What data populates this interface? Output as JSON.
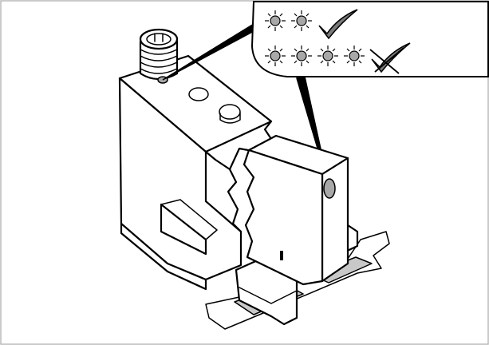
{
  "figure": {
    "colors": {
      "frame_border": "#b9b9b9",
      "line": "#000000",
      "body_fill": "#ffffff",
      "indicator_led": "#a8a8a8",
      "tape_fill": "#c8c8c8",
      "label_band": "#a5a5a5",
      "callout_fill": "#ffffff",
      "check_ok": "#7a7a7a",
      "cross_fail": "#7a7a7a"
    },
    "callout": {
      "row_ok": {
        "led_icons": [
          "led-lit-icon",
          "led-lit-icon"
        ],
        "result_icon": "checkmark-icon"
      },
      "row_fail": {
        "led_icons": [
          "led-lit-icon",
          "led-lit-icon",
          "led-lit-icon",
          "led-lit-icon"
        ],
        "result_icon": "checkmark-crossed-icon"
      }
    },
    "parts": {
      "connector": "m12-connector-icon",
      "sensor_body": "fork-sensor-housing",
      "sensor_head": "sensor-head",
      "indicator": "status-led",
      "media": "label-tape"
    }
  }
}
